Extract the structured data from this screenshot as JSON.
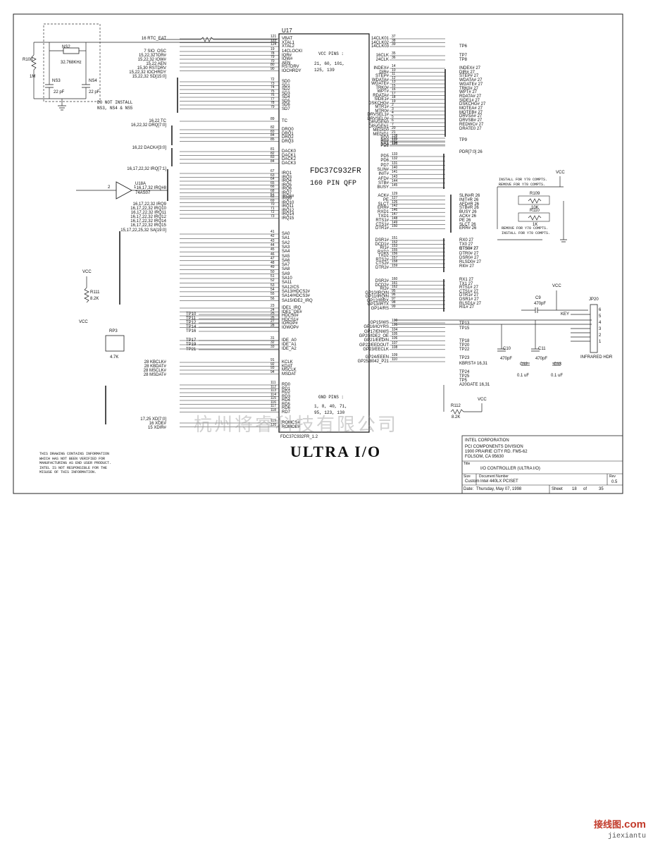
{
  "chip": {
    "ref": "U17",
    "part_name": "FDC37C932FR",
    "package": "160 PIN QFP",
    "footer": "FDC37C932FR_1.2",
    "vcc_title": "VCC PINS :",
    "vcc_line1": "21, 60, 101,",
    "vcc_line2": "125, 139",
    "gnd_title": "GND PINS :",
    "gnd_line1": "1, 8, 40, 71,",
    "gnd_line2": "95, 123, 130"
  },
  "big_title": "ULTRA I/O",
  "crystal": {
    "ref": "NS2",
    "freq": "32.768KHz",
    "r_ref": "R108",
    "r_val": "1M",
    "c1_ref": "NS3",
    "c1_val": "22 pF",
    "c2_ref": "NS4",
    "c2_val": "22 pF",
    "note_line1": "DO NOT INSTALL",
    "note_line2": "NS3, NS4 & NS5"
  },
  "buffer": {
    "ref": "U18A",
    "part": "74AS07",
    "pin_in": "2",
    "pin_out": "1"
  },
  "rpack": {
    "ref": "RP3",
    "val": "4.7K"
  },
  "resistors": {
    "r111_ref": "R111",
    "r111_val": "8.2K",
    "r109_ref": "R109",
    "r109_val": "10K",
    "r110_ref": "R110",
    "r110_val": "1K",
    "r112_ref": "R112",
    "r112_val": "8.2K"
  },
  "caps": {
    "c9_ref": "C9",
    "c9_val": "470pF",
    "c10_ref": "C10",
    "c10_val": "470pF",
    "c11_ref": "C11",
    "c11_val": "470pF",
    "c12_ref": "C12",
    "c12_val": "0.1 uF",
    "c13_ref": "C13",
    "c13_val": "0.1 uF"
  },
  "jp20": {
    "ref": "JP20",
    "label": "INFRARED HDR",
    "key": "KEY",
    "pins": [
      "6",
      "5",
      "4",
      "3",
      "2",
      "1"
    ]
  },
  "vcc_label": "VCC",
  "install_note": {
    "a1": "INSTALL FOR Y70 COMPTS.",
    "a2": "REMOVE FOR Y70 COMPTS.",
    "b1": "REMOVE FOR Y70 COMPTS.",
    "b2": "INSTALL FOR Y70 COMPTS."
  },
  "left_signals": [
    {
      "text": "16  RTC_EAT"
    },
    {
      "text": "7  SIO_OSC"
    },
    {
      "text": "15,22,32  IOR#"
    },
    {
      "text": "15,22,32  IOW#"
    },
    {
      "text": "15,22  AEN"
    },
    {
      "text": "15,30  RSTDRV"
    },
    {
      "text": "15,22,32  IOCHRDY"
    },
    {
      "text": "15,22,32  SD[15:0]"
    },
    {
      "text": "16,22  TC"
    },
    {
      "text": "16,22,32  DRQ[7:0]"
    },
    {
      "text": "16,22  DACK#[3:0]"
    },
    {
      "text": "16,17,22,32  IRQ[7:1]"
    },
    {
      "text": "16,17,32  IRQ#8"
    },
    {
      "text": "16,17,22,32  IRQ9"
    },
    {
      "text": "16,17,22,32  IRQ10"
    },
    {
      "text": "16,17,22,32  IRQ11"
    },
    {
      "text": "16,17,22,32  IRQ12"
    },
    {
      "text": "16,17,22,32  IRQ14"
    },
    {
      "text": "16,17,22,32  IRQ15"
    },
    {
      "text": "15,17,22,25,32  SA[19:0]"
    },
    {
      "text": "28  KBCLK#"
    },
    {
      "text": "28  KBDAT#"
    },
    {
      "text": "28  MSCLK#"
    },
    {
      "text": "28  MSDAT#"
    },
    {
      "text": "17,25  XD[7:0]"
    },
    {
      "text": "16  XOE#"
    },
    {
      "text": "15  XDIR#"
    }
  ],
  "tp_left": [
    {
      "text": "TP10"
    },
    {
      "text": "TP11"
    },
    {
      "text": "TP12"
    },
    {
      "text": "TP14"
    },
    {
      "text": "TP16"
    },
    {
      "text": "TP17"
    },
    {
      "text": "TP19"
    },
    {
      "text": "TP21"
    }
  ],
  "chip_left_pins": [
    {
      "name": "VBAT",
      "num": "121"
    },
    {
      "name": "XTAL1",
      "num": "122"
    },
    {
      "name": "XTAL2",
      "num": "124"
    },
    {
      "name": "14CLOCKI",
      "num": "19"
    },
    {
      "name": "IOR#",
      "num": "78"
    },
    {
      "name": "IOW#",
      "num": "79"
    },
    {
      "name": "AEN",
      "num": "70"
    },
    {
      "name": "RSTDRV",
      "num": "80"
    },
    {
      "name": "IOCHRDY",
      "num": "90"
    },
    {
      "name": "SD0",
      "num": "72"
    },
    {
      "name": "SD1",
      "num": "73"
    },
    {
      "name": "SD2",
      "num": "74"
    },
    {
      "name": "SD3",
      "num": "75"
    },
    {
      "name": "SD4",
      "num": "76"
    },
    {
      "name": "SD5",
      "num": "77"
    },
    {
      "name": "SD6",
      "num": "78"
    },
    {
      "name": "SD7",
      "num": "79"
    },
    {
      "name": "TC",
      "num": "89"
    },
    {
      "name": "DRQ0",
      "num": "82"
    },
    {
      "name": "DRQ1",
      "num": "83"
    },
    {
      "name": "DRQ2",
      "num": "84"
    },
    {
      "name": "DRQ3",
      "num": "85"
    },
    {
      "name": "DACK0",
      "num": "81"
    },
    {
      "name": "DACK1",
      "num": "82"
    },
    {
      "name": "DACK2",
      "num": "83"
    },
    {
      "name": "DACK3",
      "num": "84"
    },
    {
      "name": "IRQ1",
      "num": "67"
    },
    {
      "name": "IRQ3",
      "num": "63"
    },
    {
      "name": "IRQ4",
      "num": "64"
    },
    {
      "name": "IRQ5",
      "num": "65"
    },
    {
      "name": "IRQ6",
      "num": "66"
    },
    {
      "name": "IRQ7",
      "num": "68"
    },
    {
      "name": "IRQ8#",
      "num": "61"
    },
    {
      "name": "IRQ9",
      "num": "62"
    },
    {
      "name": "IRQ10",
      "num": "69"
    },
    {
      "name": "IRQ11",
      "num": "70"
    },
    {
      "name": "IRQ12",
      "num": "71"
    },
    {
      "name": "IRQ14",
      "num": "72"
    },
    {
      "name": "IRQ15",
      "num": "73"
    },
    {
      "name": "SA0",
      "num": "41"
    },
    {
      "name": "SA1",
      "num": "42"
    },
    {
      "name": "SA2",
      "num": "43"
    },
    {
      "name": "SA3",
      "num": "44"
    },
    {
      "name": "SA4",
      "num": "45"
    },
    {
      "name": "SA5",
      "num": "46"
    },
    {
      "name": "SA6",
      "num": "47"
    },
    {
      "name": "SA7",
      "num": "48"
    },
    {
      "name": "SA8",
      "num": "49"
    },
    {
      "name": "SA9",
      "num": "50"
    },
    {
      "name": "SA10",
      "num": "51"
    },
    {
      "name": "SA11",
      "num": "52"
    },
    {
      "name": "SA12/CS",
      "num": "53"
    },
    {
      "name": "SA13/HDCS2#",
      "num": "54"
    },
    {
      "name": "SA14/HDCS3#",
      "num": "55"
    },
    {
      "name": "SA15/IDE2_IRQ",
      "num": "56"
    },
    {
      "name": "IDE1_IRQ",
      "num": "23"
    },
    {
      "name": "IDE1_OE#",
      "num": "24"
    },
    {
      "name": "HDCS0#",
      "num": "25"
    },
    {
      "name": "HDCS1#",
      "num": "26"
    },
    {
      "name": "IOROP#",
      "num": "27"
    },
    {
      "name": "IOWOP#",
      "num": "28"
    },
    {
      "name": "IDE_A0",
      "num": "31"
    },
    {
      "name": "IDE_A1",
      "num": "32"
    },
    {
      "name": "IDE_A2",
      "num": "33"
    },
    {
      "name": "KCLK",
      "num": "91"
    },
    {
      "name": "KDAT",
      "num": "92"
    },
    {
      "name": "MSCLK",
      "num": "93"
    },
    {
      "name": "MSDAT",
      "num": "94"
    },
    {
      "name": "RD0",
      "num": "111"
    },
    {
      "name": "RD1",
      "num": "112"
    },
    {
      "name": "RD2",
      "num": "113"
    },
    {
      "name": "RD3",
      "num": "114"
    },
    {
      "name": "RD4",
      "num": "115"
    },
    {
      "name": "RD5",
      "num": "116"
    },
    {
      "name": "RD6",
      "num": "117"
    },
    {
      "name": "RD7",
      "num": "118"
    },
    {
      "name": "ROMCS#",
      "num": "119"
    },
    {
      "name": "ROMOE#",
      "num": "120"
    }
  ],
  "chip_right_pins": [
    {
      "name": "14CLK01",
      "num": "37"
    },
    {
      "name": "14CLK02",
      "num": "38"
    },
    {
      "name": "14CLK03",
      "num": "39"
    },
    {
      "name": "16CLK",
      "num": "35"
    },
    {
      "name": "24CLK",
      "num": "36"
    },
    {
      "name": "INDEX#",
      "num": "14"
    },
    {
      "name": "DIR#",
      "num": "10"
    },
    {
      "name": "STEP#",
      "num": "11"
    },
    {
      "name": "WDATA#",
      "num": "12"
    },
    {
      "name": "WGATE#",
      "num": "13"
    },
    {
      "name": "TRK0#",
      "num": "15"
    },
    {
      "name": "WPT#",
      "num": "16"
    },
    {
      "name": "RDATA#",
      "num": "17"
    },
    {
      "name": "SIDE1#",
      "num": "18"
    },
    {
      "name": "DSKCHG#",
      "num": "19"
    },
    {
      "name": "MTR1#",
      "num": "2"
    },
    {
      "name": "MTR0#",
      "num": "3"
    },
    {
      "name": "DRVSEL1#",
      "num": "4"
    },
    {
      "name": "DRVSEL0#",
      "num": "5"
    },
    {
      "name": "DRVDEN0",
      "num": "6"
    },
    {
      "name": "DRVDEN1",
      "num": "7"
    },
    {
      "name": "MEDID0",
      "num": "20"
    },
    {
      "name": "MEDID1",
      "num": "21"
    },
    {
      "name": "PD0",
      "num": "138"
    },
    {
      "name": "PD1",
      "num": "137"
    },
    {
      "name": "PD2",
      "num": "136"
    },
    {
      "name": "PD3",
      "num": "135"
    },
    {
      "name": "PD4",
      "num": "134"
    },
    {
      "name": "PD5",
      "num": "133"
    },
    {
      "name": "PD6",
      "num": "132"
    },
    {
      "name": "PD7",
      "num": "131"
    },
    {
      "name": "SLIN#",
      "num": "140"
    },
    {
      "name": "INIT#",
      "num": "141"
    },
    {
      "name": "AFD#",
      "num": "143"
    },
    {
      "name": "STB#",
      "num": "144"
    },
    {
      "name": "BUSY",
      "num": "145"
    },
    {
      "name": "ACK#",
      "num": "129"
    },
    {
      "name": "PE",
      "num": "127"
    },
    {
      "name": "SLCT",
      "num": "126"
    },
    {
      "name": "ERR#",
      "num": "142"
    },
    {
      "name": "RXD1",
      "num": "146"
    },
    {
      "name": "TXD1",
      "num": "147"
    },
    {
      "name": "RTS1#",
      "num": "148"
    },
    {
      "name": "CTS1#",
      "num": "149"
    },
    {
      "name": "DTR1#",
      "num": "150"
    },
    {
      "name": "DSR1#",
      "num": "151"
    },
    {
      "name": "DCD1#",
      "num": "152"
    },
    {
      "name": "RI1#",
      "num": "153"
    },
    {
      "name": "RXD2",
      "num": "155"
    },
    {
      "name": "TXD2",
      "num": "156"
    },
    {
      "name": "RTS2#",
      "num": "157"
    },
    {
      "name": "CTS2#",
      "num": "158"
    },
    {
      "name": "DTR2#",
      "num": "159"
    },
    {
      "name": "DSR2#",
      "num": "160"
    },
    {
      "name": "DCD2#",
      "num": "161"
    },
    {
      "name": "RI2#",
      "num": "162"
    },
    {
      "name": "GP10/IRQIN",
      "num": "95"
    },
    {
      "name": "GP11/IRQIN",
      "num": "96"
    },
    {
      "name": "GP12/IRRX",
      "num": "97"
    },
    {
      "name": "GP13/IRTX",
      "num": "98"
    },
    {
      "name": "GP14/RS",
      "num": "99"
    },
    {
      "name": "GP15/WS",
      "num": "100"
    },
    {
      "name": "GP16/IOYRS",
      "num": "101"
    },
    {
      "name": "GP17/ENWS",
      "num": "104"
    },
    {
      "name": "GP20/IDE2_OE",
      "num": "105"
    },
    {
      "name": "GP21/EEDIN",
      "num": "106"
    },
    {
      "name": "GP22/EEDOUT",
      "num": "107"
    },
    {
      "name": "GP23/EECLK",
      "num": "108"
    },
    {
      "name": "GP24/EEEN",
      "num": "109"
    },
    {
      "name": "GP25/8042_P21",
      "num": "110"
    }
  ],
  "right_signals": [
    {
      "text": "TP6"
    },
    {
      "text": "TP7"
    },
    {
      "text": "TP8"
    },
    {
      "text": "INDEX#  27"
    },
    {
      "text": "DIR#  27"
    },
    {
      "text": "STEP#  27"
    },
    {
      "text": "WDATA#  27"
    },
    {
      "text": "WGATE#  27"
    },
    {
      "text": "TRK0#  27"
    },
    {
      "text": "WPT#  27"
    },
    {
      "text": "RDATA#  27"
    },
    {
      "text": "SIDE1#  27"
    },
    {
      "text": "DSKCHG#  27"
    },
    {
      "text": "MOTEA#  27"
    },
    {
      "text": "MOTEB#  27"
    },
    {
      "text": "DRVSA#  27"
    },
    {
      "text": "DRVSB#  27"
    },
    {
      "text": "REDWC#  27"
    },
    {
      "text": "DRATE0  27"
    },
    {
      "text": "TP9"
    },
    {
      "text": "PDR[7:0]  26"
    },
    {
      "text": "SLIN#R  26"
    },
    {
      "text": "INIT#R  26"
    },
    {
      "text": "AFD#R  26"
    },
    {
      "text": "STB#R  26"
    },
    {
      "text": "BUSY  26"
    },
    {
      "text": "ACK#  26"
    },
    {
      "text": "PE  26"
    },
    {
      "text": "SLCT  26"
    },
    {
      "text": "ERR#  26"
    },
    {
      "text": "RTS0#  27"
    },
    {
      "text": "RX0  27"
    },
    {
      "text": "TX0  27"
    },
    {
      "text": "CTS0#  27"
    },
    {
      "text": "DTR0#  27"
    },
    {
      "text": "DSR0#  27"
    },
    {
      "text": "RLSD0#  27"
    },
    {
      "text": "RI0#  27"
    },
    {
      "text": "RX1  27"
    },
    {
      "text": "TX1  27"
    },
    {
      "text": "RTS1#  27"
    },
    {
      "text": "CTS1#  27"
    },
    {
      "text": "DTR1#  27"
    },
    {
      "text": "DSR1#  27"
    },
    {
      "text": "RLSD1#  27"
    },
    {
      "text": "RI1#  27"
    },
    {
      "text": "TP13"
    },
    {
      "text": "TP15"
    },
    {
      "text": "TP18"
    },
    {
      "text": "TP20"
    },
    {
      "text": "TP22"
    },
    {
      "text": "TP23"
    },
    {
      "text": "KBRST#  16,31"
    },
    {
      "text": "TP24"
    },
    {
      "text": "TP25"
    },
    {
      "text": "TP5"
    },
    {
      "text": "A20GATE  16,31"
    }
  ],
  "title_block": {
    "company": "INTEL CORPORATION",
    "division": "PCI COMPONENTS DIVISION",
    "address1": "1900 PRAIRIE CITY RD. FM5-62",
    "address2": "FOLSOM, CA 95630",
    "title_label": "Title",
    "title": "I/O CONTROLLER (ULTRA I/O)",
    "size_label": "Size",
    "size": "Custom",
    "docnum_label": "Document Number",
    "docnum": "Intel 440LX PCISET",
    "rev_label": "Rev",
    "rev": "0.5",
    "date_label": "Date:",
    "date": "Thursday, May 07, 1998",
    "sheet_label": "Sheet",
    "sheet": "18",
    "of_label": "of",
    "of": "35"
  },
  "disclaimer": [
    "THIS DRAWING CONTAINS INFORMATION",
    "WHICH HAS NOT BEEN VERIFIED FOR",
    "MANUFACTURING AS END USER PRODUCT.",
    "INTEL IS NOT RESPONSIBLE FOR THE",
    "MISUSE OF THIS INFORMATION."
  ],
  "watermark": "杭州将睿科技有限公司",
  "site_logo": {
    "name": "接线图",
    "dot": ".com",
    "url": "jiexiantu"
  }
}
